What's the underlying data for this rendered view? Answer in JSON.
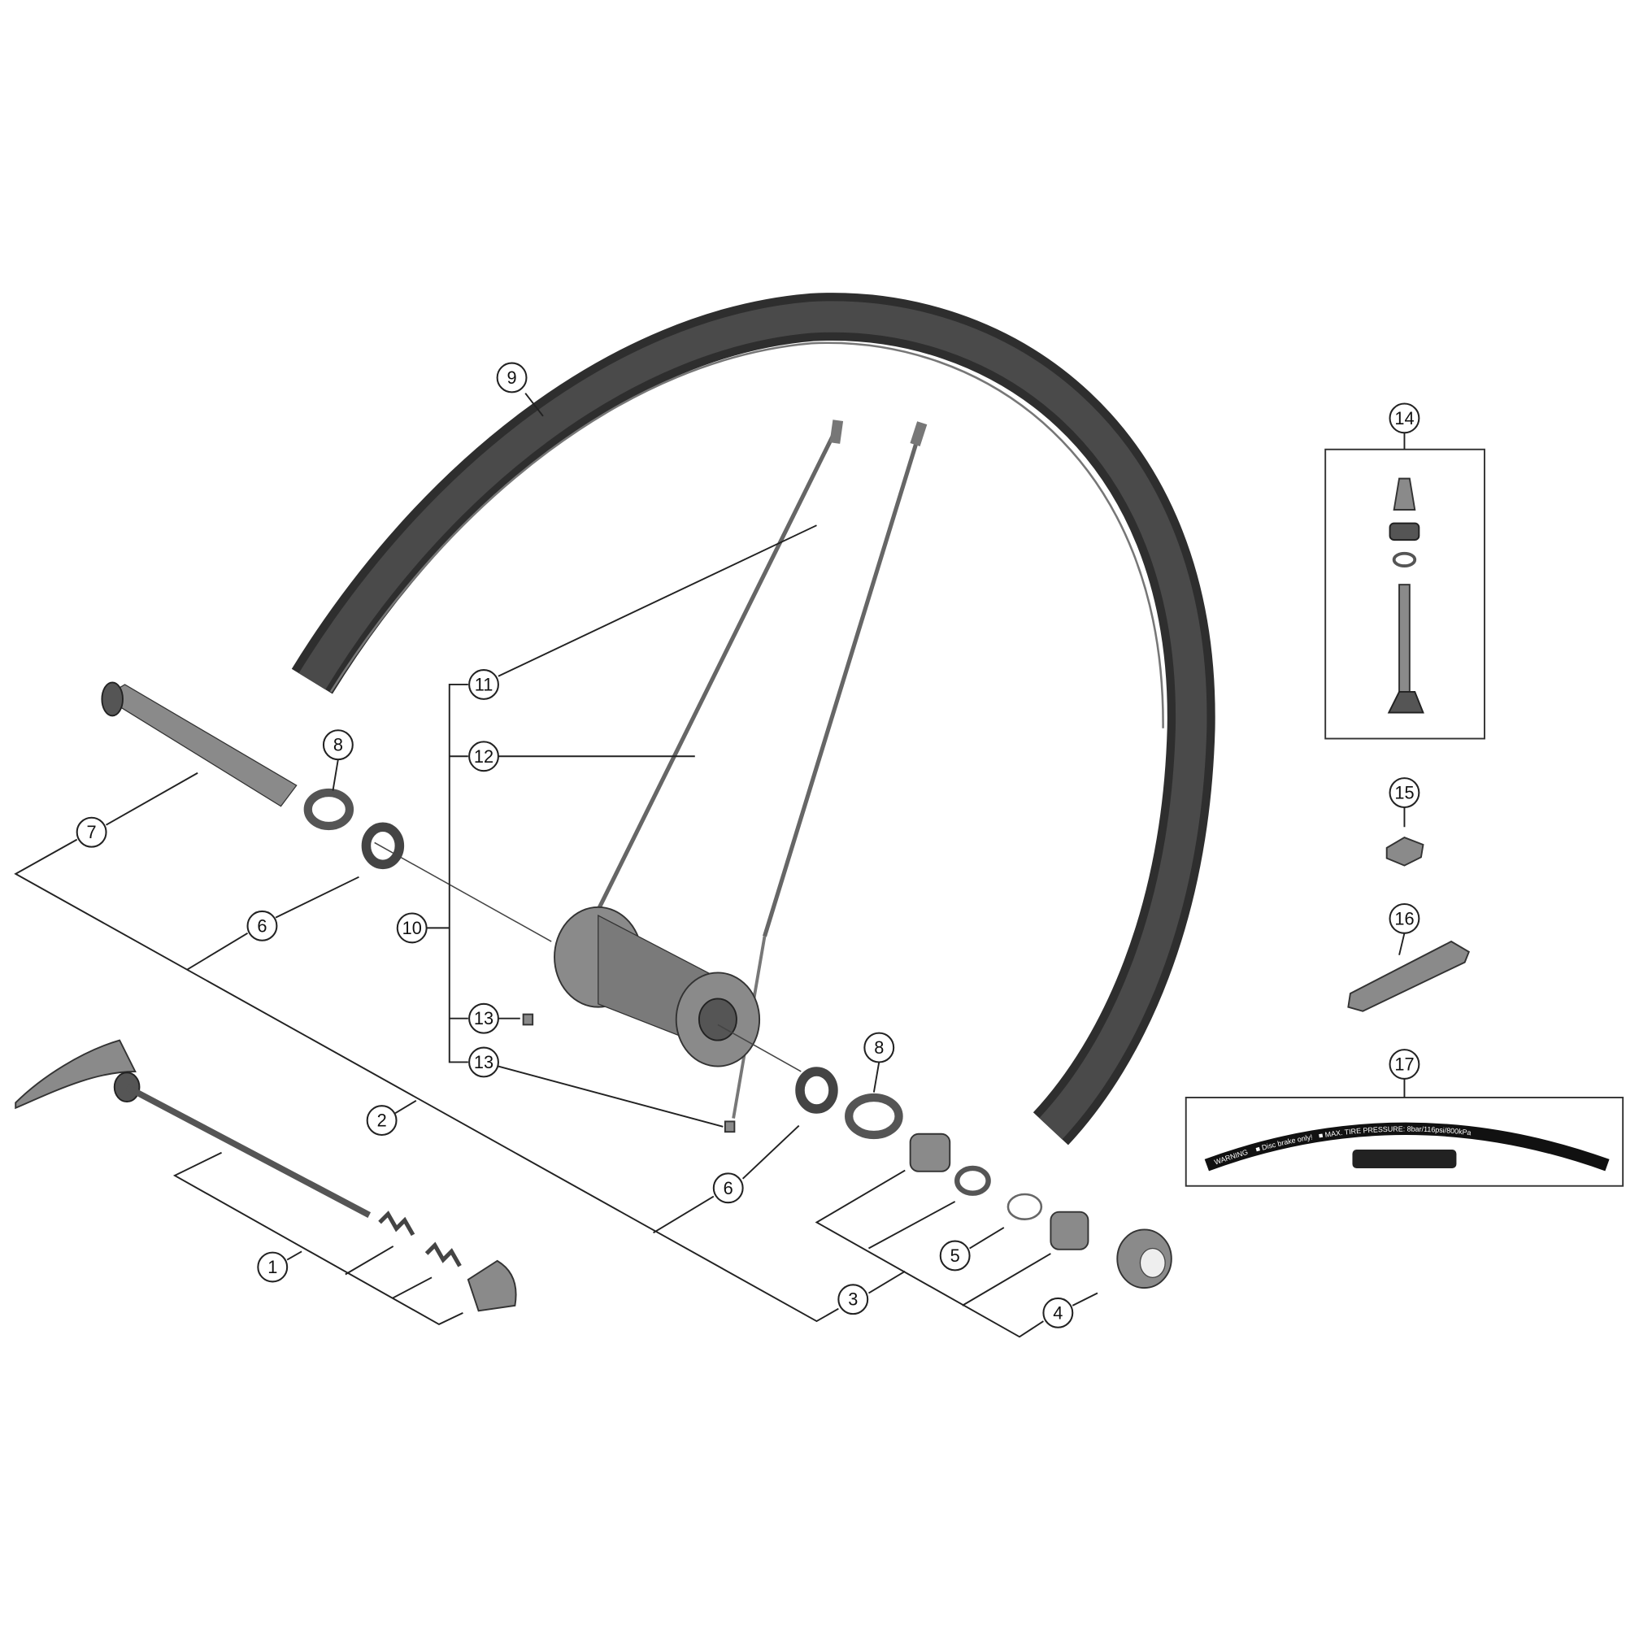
{
  "diagram": {
    "labels": [
      {
        "id": "label-9",
        "text": "9"
      },
      {
        "id": "label-14",
        "text": "14"
      },
      {
        "id": "label-11",
        "text": "11"
      },
      {
        "id": "label-12",
        "text": "12"
      },
      {
        "id": "label-8-top",
        "text": "8"
      },
      {
        "id": "label-7",
        "text": "7"
      },
      {
        "id": "label-6-top",
        "text": "6"
      },
      {
        "id": "label-10",
        "text": "10"
      },
      {
        "id": "label-13-top",
        "text": "13"
      },
      {
        "id": "label-13-bottom",
        "text": "13"
      },
      {
        "id": "label-8-bottom",
        "text": "8"
      },
      {
        "id": "label-15",
        "text": "15"
      },
      {
        "id": "label-16",
        "text": "16"
      },
      {
        "id": "label-17",
        "text": "17"
      },
      {
        "id": "label-2",
        "text": "2"
      },
      {
        "id": "label-6-bottom",
        "text": "6"
      },
      {
        "id": "label-5",
        "text": "5"
      },
      {
        "id": "label-3",
        "text": "3"
      },
      {
        "id": "label-1",
        "text": "1"
      },
      {
        "id": "label-4",
        "text": "4"
      }
    ],
    "sticker": {
      "warning": "WARNING",
      "disc": "■ Disc brake only!",
      "pressure": "■ MAX. TIRE PRESSURE: 8bar/116psi/800kPa"
    },
    "colors": {
      "rim": "#3a3a3a",
      "part": "#8a8a8a",
      "line": "#222222"
    }
  }
}
